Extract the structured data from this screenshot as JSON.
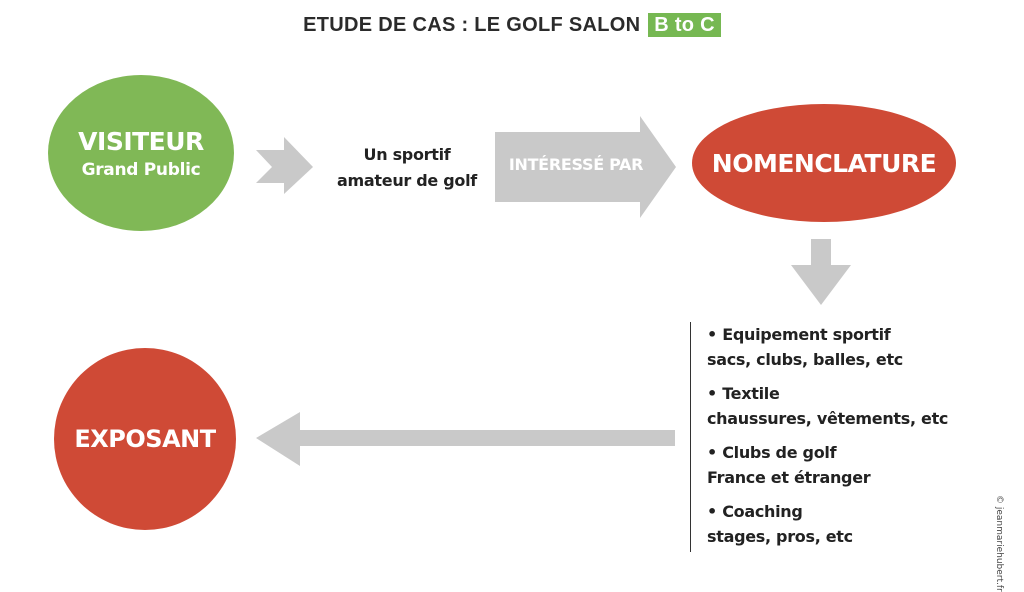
{
  "title": {
    "text": "ETUDE DE CAS : LE GOLF SALON",
    "tag": "B to C"
  },
  "visiteur": {
    "line1": "VISITEUR",
    "line2": "Grand Public"
  },
  "sportif": {
    "line1": "Un sportif",
    "line2": "amateur de golf"
  },
  "interesse": "INTÉRESSÉ PAR",
  "nomenclature": "NOMENCLATURE",
  "exposant": "EXPOSANT",
  "items": [
    {
      "head": "• Equipement sportif",
      "sub": "sacs, clubs, balles, etc"
    },
    {
      "head": "• Textile",
      "sub": "chaussures, vêtements, etc"
    },
    {
      "head": "• Clubs de golf",
      "sub": "France et étranger"
    },
    {
      "head": "• Coaching",
      "sub": "stages, pros, etc"
    }
  ],
  "credit": "© jeanmariehubert.fr",
  "colors": {
    "green": "#80b856",
    "red": "#cf4a36",
    "arrow": "#c9c9c9",
    "tag": "#76b852"
  }
}
